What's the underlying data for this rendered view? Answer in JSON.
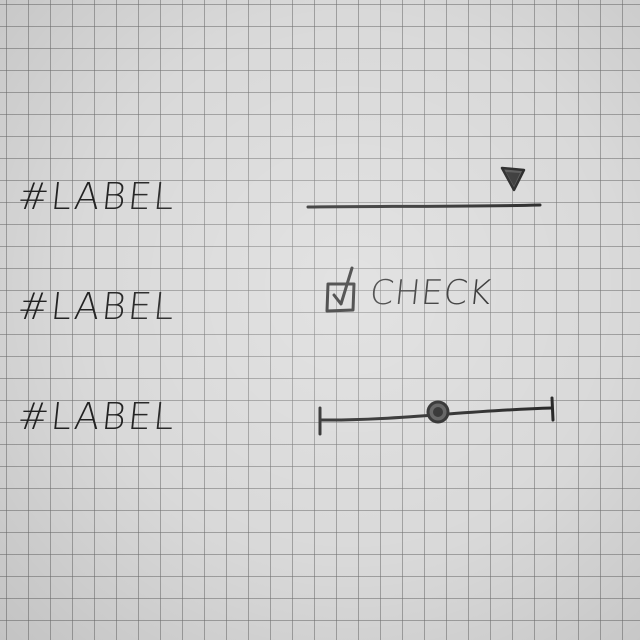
{
  "form": {
    "rows": [
      {
        "label": "#LABEL",
        "control": "dropdown",
        "value": ""
      },
      {
        "label": "#LABEL",
        "control": "checkbox",
        "text": "CHECK",
        "checked": true
      },
      {
        "label": "#LABEL",
        "control": "slider",
        "value_fraction": 0.5
      }
    ]
  },
  "icons": {
    "dropdown_arrow": "triangle-down-icon",
    "checkmark": "checkmark-icon"
  },
  "colors": {
    "paper": "#d9d9d9",
    "grid": "#6e6e6e",
    "ink": "#222222"
  }
}
